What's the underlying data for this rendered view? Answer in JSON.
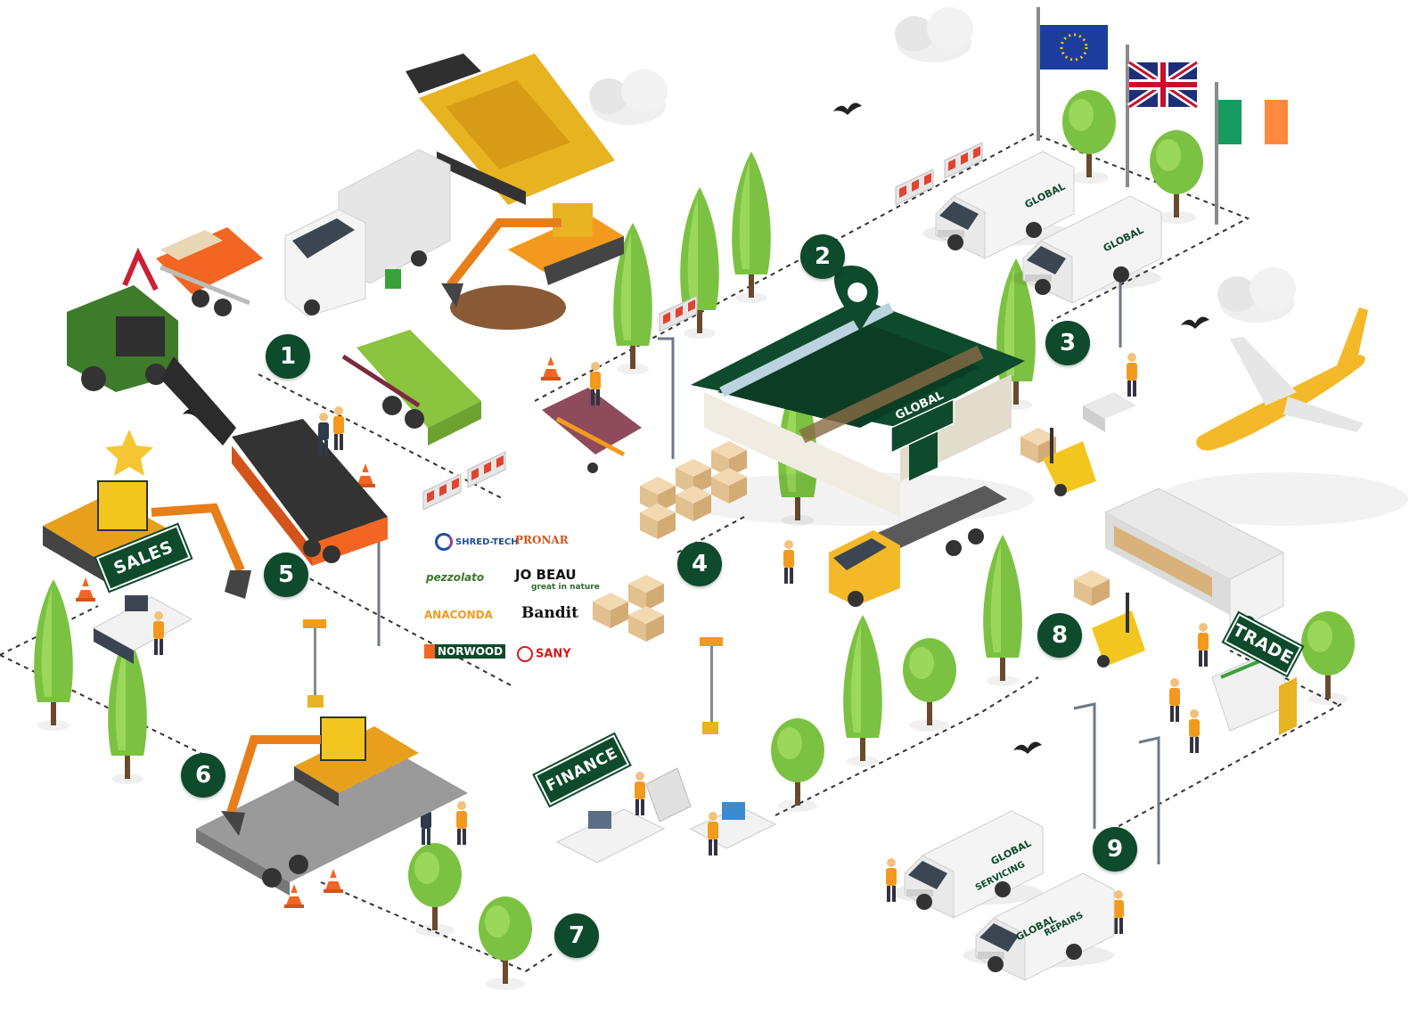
{
  "colors": {
    "brand_green": "#0e4a2c",
    "tree_green": "#7cc242",
    "machine_orange": "#f39a1e",
    "machine_yellow": "#e8b321",
    "van_white": "#f2f2f2"
  },
  "markers": [
    "1",
    "2",
    "3",
    "4",
    "5",
    "6",
    "7",
    "8",
    "9"
  ],
  "signs": {
    "sales": "SALES",
    "finance": "FINANCE",
    "trade": "TRADE"
  },
  "building": {
    "logo_text": "GLOBAL"
  },
  "vans": {
    "fleet_logo": "GLOBAL",
    "servicing_label": "SERVICING",
    "repairs_label": "REPAIRS"
  },
  "brands": {
    "shredtech": "SHRED-TECH",
    "pronar": "PRONAR",
    "pezzolato": "pezzolato",
    "jobeau": "JO BEAU",
    "jobeau_tagline": "great in nature",
    "anaconda": "ANACONDA",
    "bandit": "Bandit",
    "norwood": "NORWOOD",
    "sany": "SANY"
  },
  "flags": [
    "eu-flag",
    "uk-flag",
    "ireland-flag"
  ],
  "icons": [
    "tree-icon",
    "cloud-icon",
    "bird-icon",
    "traffic-cone-icon",
    "star-icon",
    "airplane-icon",
    "forklift-icon"
  ]
}
